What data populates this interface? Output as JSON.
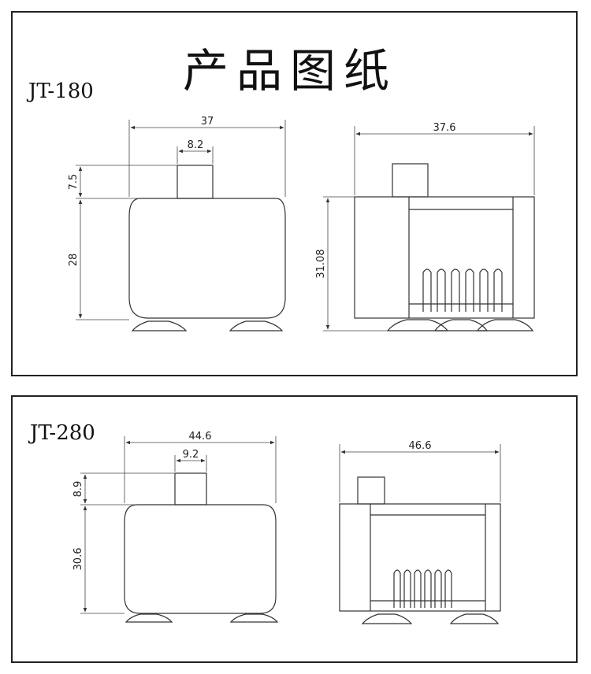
{
  "title": "产品图纸",
  "panels": [
    {
      "model": "JT-180",
      "front": {
        "width": "37",
        "outlet_width": "8.2",
        "outlet_height": "7.5",
        "body_height": "28"
      },
      "side": {
        "width": "37.6",
        "height": "31.08"
      }
    },
    {
      "model": "JT-280",
      "front": {
        "width": "44.6",
        "outlet_width": "9.2",
        "outlet_height": "8.9",
        "body_height": "30.6"
      },
      "side": {
        "width": "46.6"
      }
    }
  ]
}
